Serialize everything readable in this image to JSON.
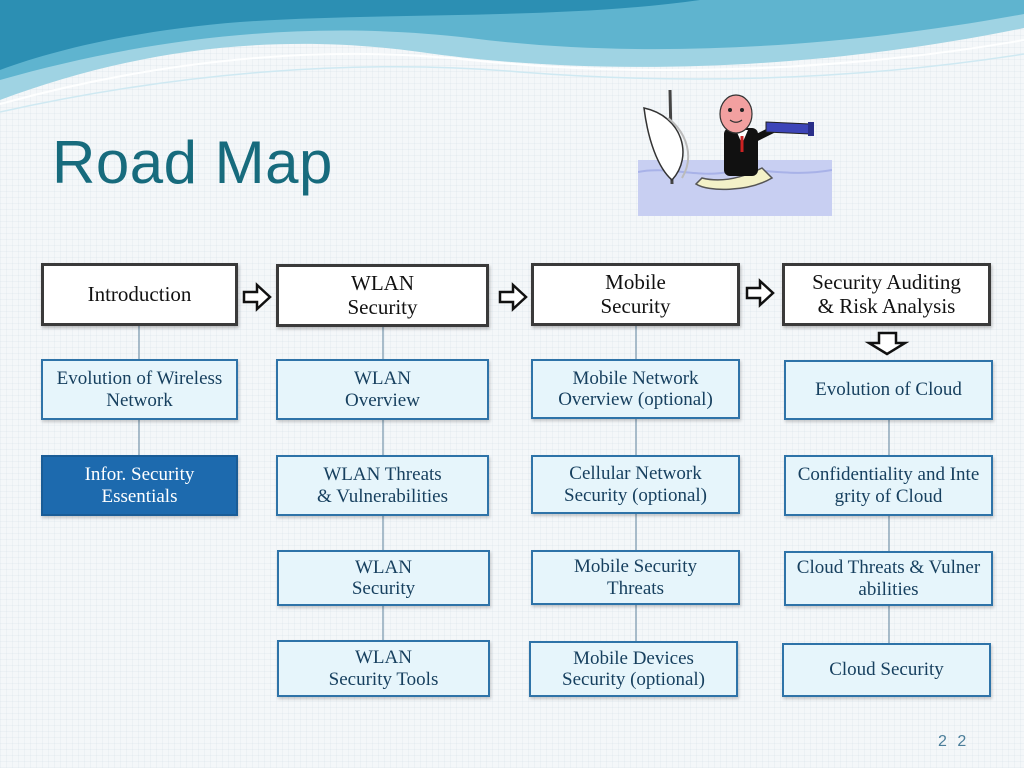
{
  "slide": {
    "title": "Road Map",
    "page_number": "2 2",
    "accent_color": "#176b7d",
    "highlight_color": "#1d6aae"
  },
  "clipart": {
    "icon": "explorer-with-telescope-on-boat"
  },
  "roadmap": {
    "columns": [
      {
        "header": "Introduction",
        "items": [
          "Evolution of Wireless\nNetwork",
          "Infor. Security\nEssentials"
        ]
      },
      {
        "header": "WLAN\nSecurity",
        "items": [
          "WLAN\nOverview",
          "WLAN Threats\n& Vulnerabilities",
          "WLAN\nSecurity",
          "WLAN\nSecurity Tools"
        ]
      },
      {
        "header": "Mobile\nSecurity",
        "items": [
          "Mobile Network\nOverview (optional)",
          "Cellular Network\nSecurity (optional)",
          "Mobile Security\nThreats",
          "Mobile Devices\nSecurity (optional)"
        ]
      },
      {
        "header": "Security Auditing\n& Risk Analysis",
        "items": [
          "Evolution of Cloud",
          "Confidentiality and Inte\ngrity of Cloud",
          "Cloud Threats & Vulner\nabilities",
          "Cloud Security"
        ]
      }
    ],
    "highlighted_item": "Infor. Security\nEssentials",
    "arrow_icons": [
      "right-arrow-icon",
      "right-arrow-icon",
      "right-arrow-icon",
      "down-arrow-icon"
    ]
  }
}
